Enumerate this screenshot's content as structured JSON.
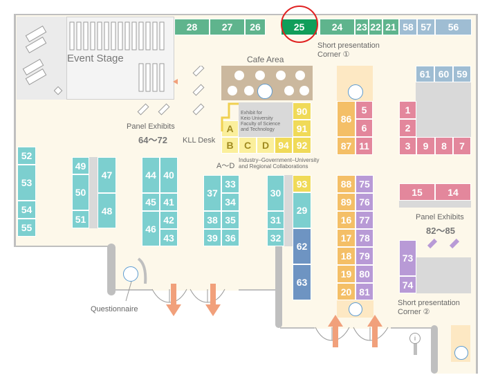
{
  "top_booths": [
    {
      "id": "28",
      "cls": "g"
    },
    {
      "id": "27",
      "cls": "g"
    },
    {
      "id": "26",
      "cls": "g"
    },
    {
      "id": "25",
      "cls": "gsel"
    },
    {
      "id": "24",
      "cls": "g"
    },
    {
      "id": "23",
      "cls": "g"
    },
    {
      "id": "22",
      "cls": "g"
    },
    {
      "id": "21",
      "cls": "g"
    },
    {
      "id": "58",
      "cls": "b"
    },
    {
      "id": "57",
      "cls": "b"
    },
    {
      "id": "56",
      "cls": "b"
    }
  ],
  "labels": {
    "event_stage": "Event Stage",
    "cafe_area": "Cafe Area",
    "short_pres_1_line1": "Short presentation",
    "short_pres_1_line2": "Corner ①",
    "short_pres_2_line1": "Short presentation",
    "short_pres_2_line2": "Corner ②",
    "panel_exhibits_left": "Panel Exhibits",
    "panel_range_left": "64〜72",
    "panel_exhibits_right": "Panel Exhibits",
    "panel_range_right": "82〜85",
    "kll_desk": "KLL Desk",
    "exhibit_keio_1": "Exhibit for",
    "exhibit_keio_2": "Keio University",
    "exhibit_keio_3": "Faculty of Science",
    "exhibit_keio_4": "and Technology",
    "a_to_d": "A〜D",
    "industry_1": "Industry–Government–University",
    "industry_2": "and Regional Collaborations",
    "questionnaire": "Questionnaire"
  },
  "booths": {
    "b61": "61",
    "b60": "60",
    "b59": "59",
    "b1": "1",
    "b2": "2",
    "b3": "3",
    "b9": "9",
    "b8": "8",
    "b7": "7",
    "b15": "15",
    "b14": "14",
    "b73": "73",
    "b74": "74",
    "b5": "5",
    "b6": "6",
    "b11": "11",
    "b86": "86",
    "b87": "87",
    "b90": "90",
    "b91": "91",
    "b92": "92",
    "b94": "94",
    "bA": "A",
    "bB": "B",
    "bC": "C",
    "bD": "D",
    "b93": "93",
    "b29": "29",
    "b30": "30",
    "b31": "31",
    "b32": "32",
    "b62": "62",
    "b63": "63",
    "b88": "88",
    "b89": "89",
    "b16": "16",
    "b17": "17",
    "b18": "18",
    "b19": "19",
    "b20": "20",
    "b75": "75",
    "b76": "76",
    "b77": "77",
    "b78": "78",
    "b79": "79",
    "b80": "80",
    "b81": "81",
    "b37": "37",
    "b38": "38",
    "b39": "39",
    "b33": "33",
    "b34": "34",
    "b35": "35",
    "b36": "36",
    "b44": "44",
    "b45": "45",
    "b46": "46",
    "b40": "40",
    "b41": "41",
    "b42": "42",
    "b43": "43",
    "b49": "49",
    "b50": "50",
    "b51": "51",
    "b47": "47",
    "b48": "48",
    "b52": "52",
    "b53": "53",
    "b54": "54",
    "b55": "55"
  },
  "highlight": {
    "booth": "25",
    "color": "#e02020"
  }
}
